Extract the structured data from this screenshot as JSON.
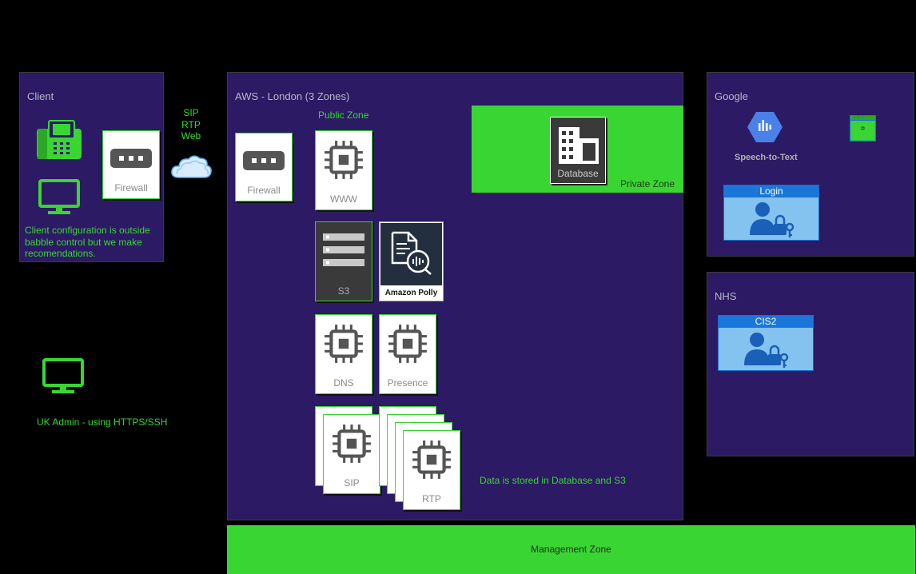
{
  "client": {
    "title": "Client",
    "firewall_label": "Firewall",
    "note": "Client configuration is outside babble control but we make recomendations."
  },
  "protocols": {
    "line1": "SIP",
    "line2": "RTP",
    "line3": "Web"
  },
  "admin": {
    "label": "UK Admin - using HTTPS/SSH"
  },
  "aws": {
    "title": "AWS - London (3 Zones)",
    "public_zone": "Public Zone",
    "private_zone": "Private Zone",
    "firewall_label": "Firewall",
    "www_label": "WWW",
    "database_label": "Database",
    "s3_label": "S3",
    "polly_label": "Amazon Polly",
    "dns_label": "DNS",
    "presence_label": "Presence",
    "sip_label": "SIP",
    "rtp_label": "RTP",
    "storage_note": "Data is stored in Database and S3"
  },
  "google": {
    "title": "Google",
    "speech_label": "Speech-to-Text",
    "login_label": "Login"
  },
  "nhs": {
    "title": "NHS",
    "cis2_label": "CIS2"
  },
  "management": {
    "label": "Management Zone"
  },
  "colors": {
    "accent_green": "#39d633",
    "zone_purple": "#2c1a64",
    "login_blue": "#1a76d8"
  }
}
